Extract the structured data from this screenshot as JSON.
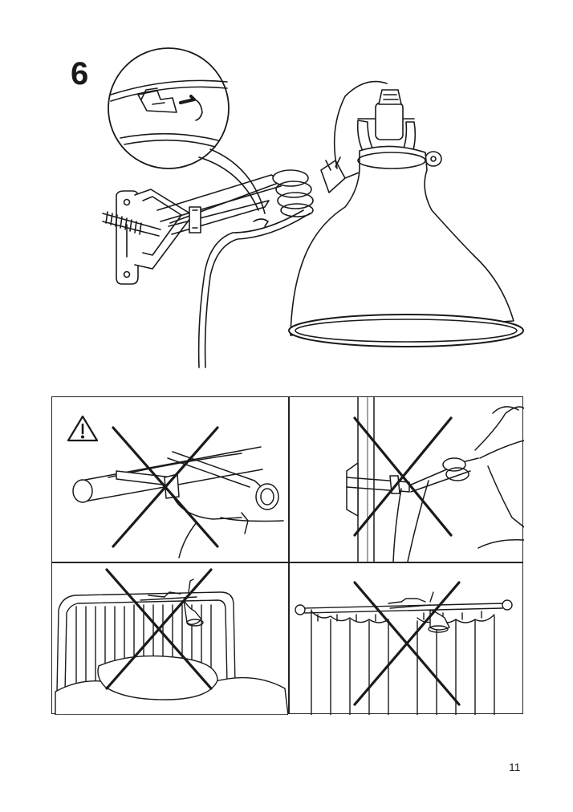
{
  "step": {
    "number": "6"
  },
  "main_illustration": {
    "icon": "wall-mounted-clamp-lamp-illustration"
  },
  "detail_callout": {
    "icon": "cable-clip-detail-magnifier"
  },
  "panels": [
    {
      "icon": "warning-triangle-icon",
      "subject": "clamp-on-round-rail",
      "crossed": true
    },
    {
      "icon": "crossed-out-mark",
      "subject": "clamp-on-vertical-post",
      "crossed": true
    },
    {
      "icon": "crossed-out-mark",
      "subject": "clamp-on-bed-headboard",
      "crossed": true
    },
    {
      "icon": "crossed-out-mark",
      "subject": "clamp-on-curtain-rod",
      "crossed": true
    }
  ],
  "colors": {
    "line": "#1a1a1a",
    "background": "#ffffff"
  },
  "footer": {
    "page_number": "11"
  }
}
